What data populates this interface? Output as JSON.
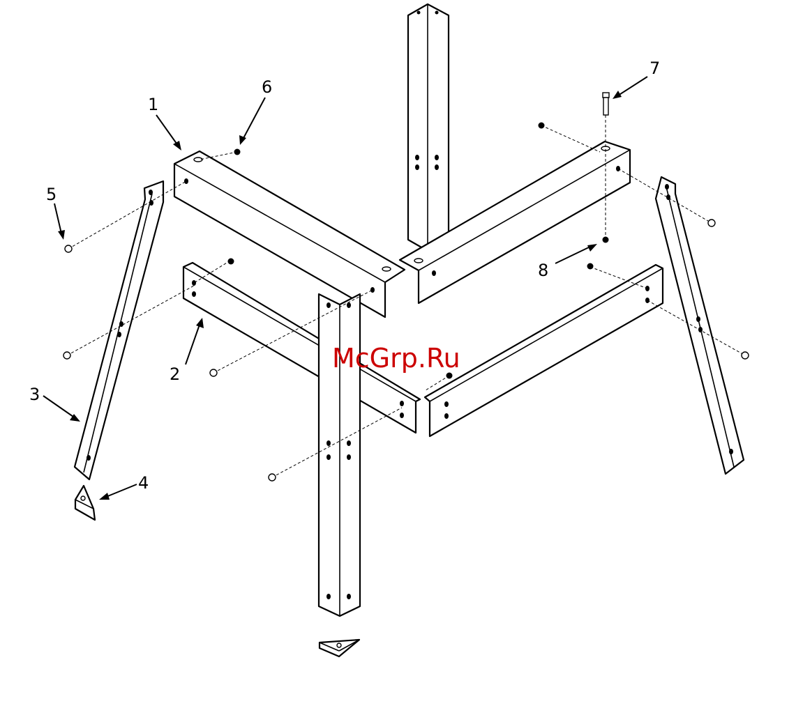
{
  "callouts": [
    {
      "id": "1",
      "label": "1"
    },
    {
      "id": "2",
      "label": "2"
    },
    {
      "id": "3",
      "label": "3"
    },
    {
      "id": "4",
      "label": "4"
    },
    {
      "id": "5",
      "label": "5"
    },
    {
      "id": "6",
      "label": "6"
    },
    {
      "id": "7",
      "label": "7"
    },
    {
      "id": "8",
      "label": "8"
    }
  ],
  "watermark": "McGrp.Ru"
}
